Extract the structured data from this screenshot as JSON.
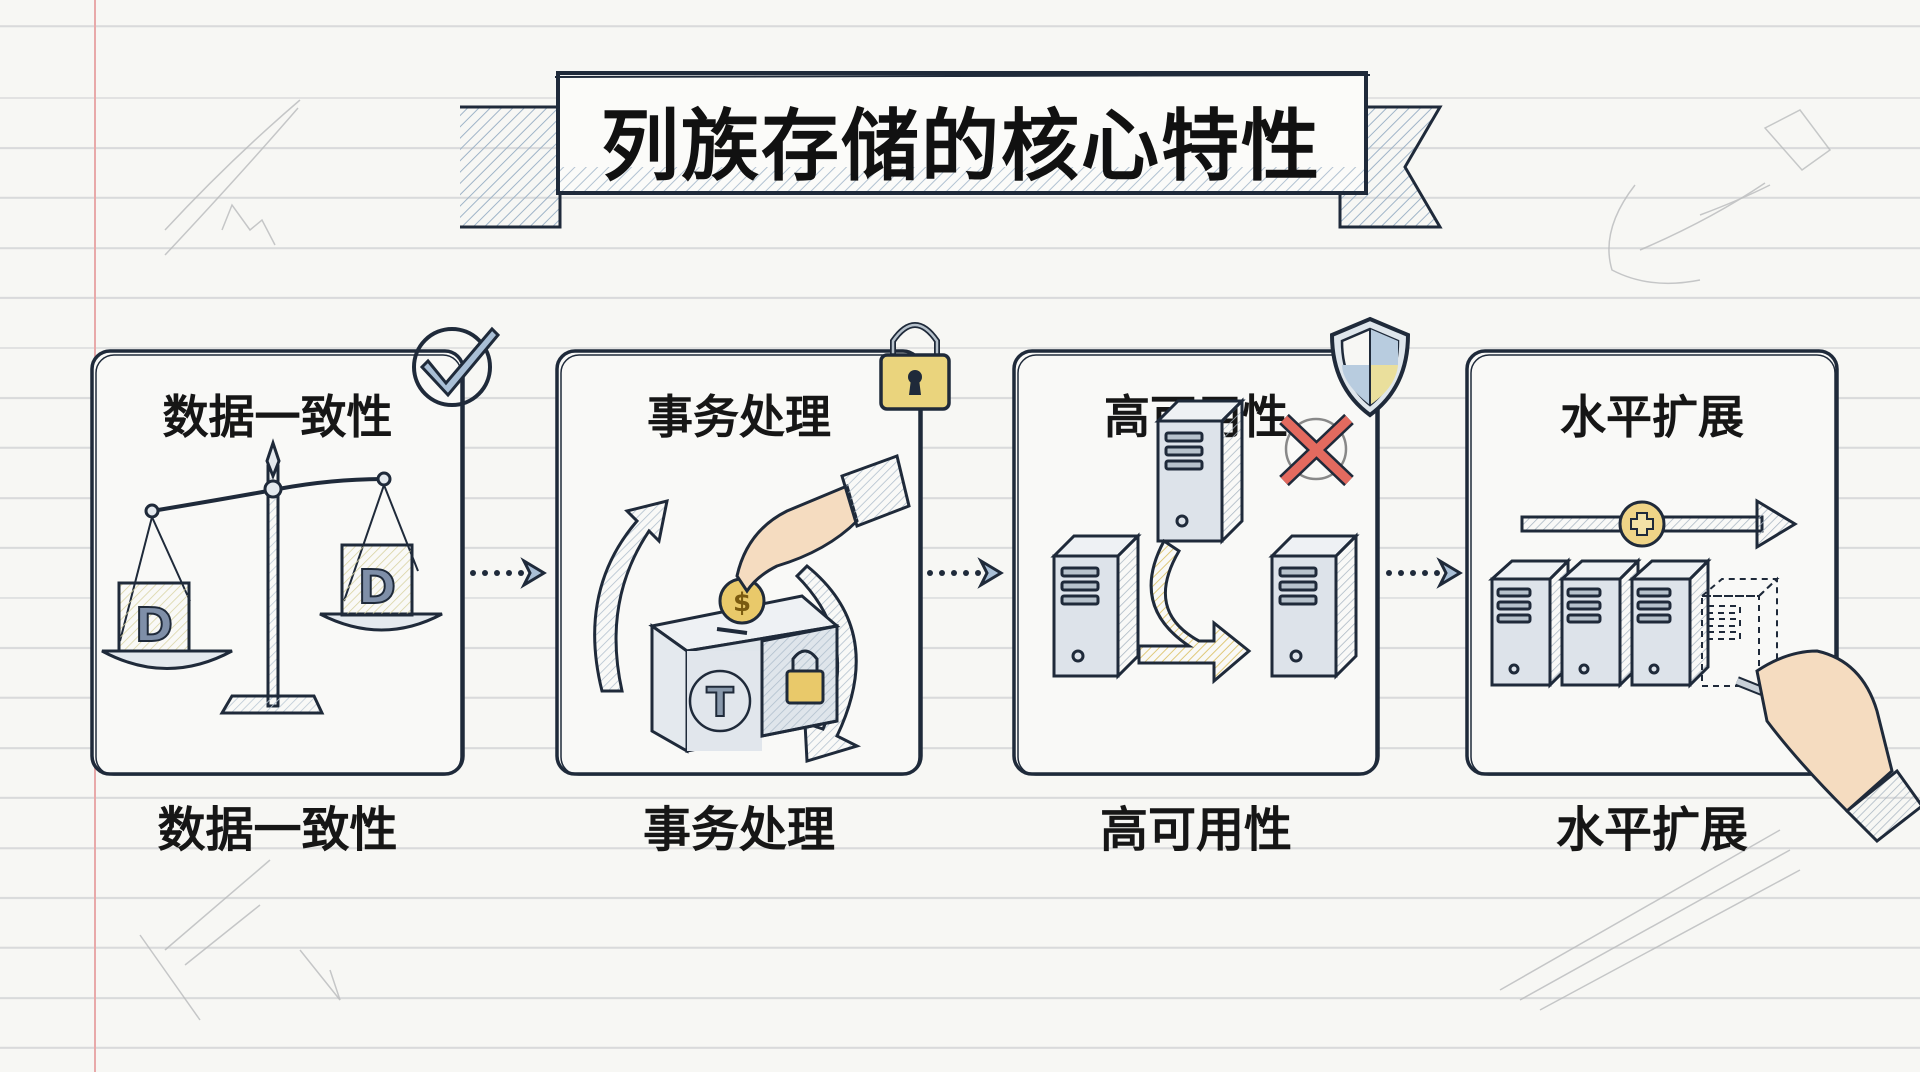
{
  "title": "列族存储的核心特性",
  "colors": {
    "paper": "#f7f7f4",
    "rule_line": "#d9dadb",
    "margin_line": "#e8a9a9",
    "ink": "#1f2a3a",
    "hatch_blue": "#9fb4c8",
    "accent_yellow": "#f0d98a",
    "alert_red": "#e36a5f",
    "skin": "#f5dcc0"
  },
  "panels": [
    {
      "title": "数据一致性",
      "label": "数据一致性",
      "badge_icon": "checkmark-circle-icon",
      "illustration": "balance-scale-icon",
      "scale_glyph_left": "D",
      "scale_glyph_right": "D"
    },
    {
      "title": "事务处理",
      "label": "事务处理",
      "badge_icon": "padlock-icon",
      "illustration": "transaction-box-icon",
      "box_glyph": "T",
      "coin_glyph": "$"
    },
    {
      "title": "高可用性",
      "label": "高可用性",
      "badge_icon": "shield-icon",
      "illustration": "server-failover-icon"
    },
    {
      "title": "水平扩展",
      "label": "水平扩展",
      "badge_icon": "none",
      "illustration": "server-scale-out-icon"
    }
  ],
  "connectors": [
    "dotted-arrow-icon",
    "dotted-arrow-icon",
    "dotted-arrow-icon"
  ]
}
